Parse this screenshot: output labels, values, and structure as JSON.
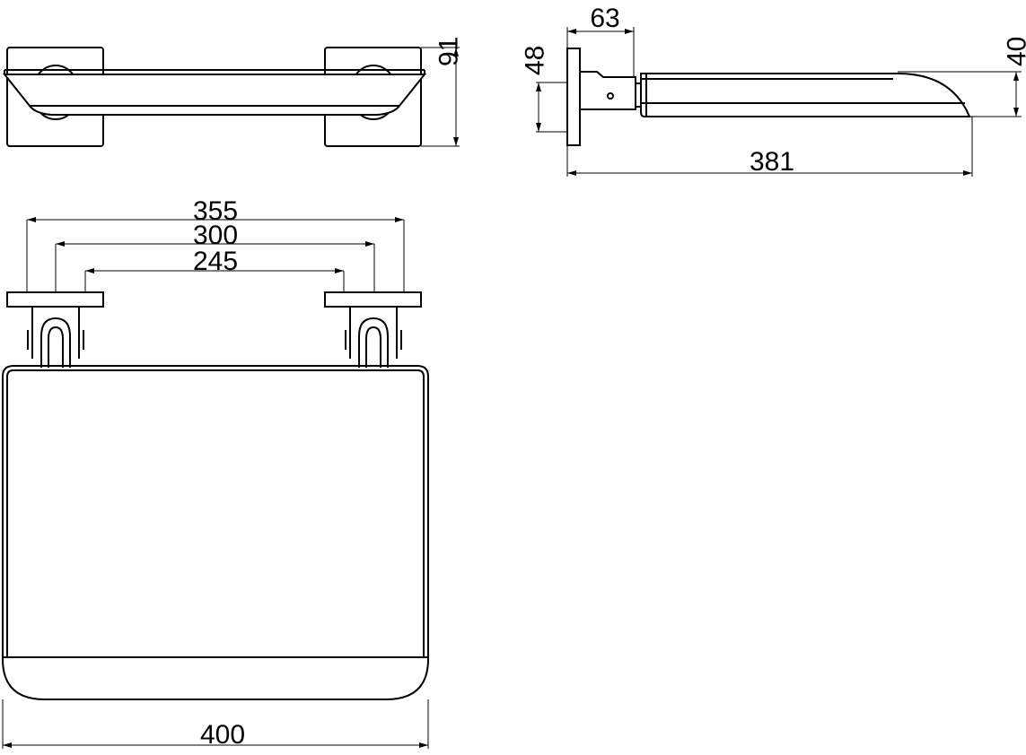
{
  "views": {
    "top_view": {
      "depth_label": "91"
    },
    "side_view": {
      "bracket_depth_label": "63",
      "bracket_height_label": "48",
      "seat_thickness_label": "40",
      "total_depth_label": "381"
    },
    "front_view": {
      "outer_spacing_label": "355",
      "middle_spacing_label": "300",
      "inner_spacing_label": "245",
      "seat_width_label": "400"
    }
  },
  "colors": {
    "line": "#000000",
    "background": "#ffffff"
  }
}
